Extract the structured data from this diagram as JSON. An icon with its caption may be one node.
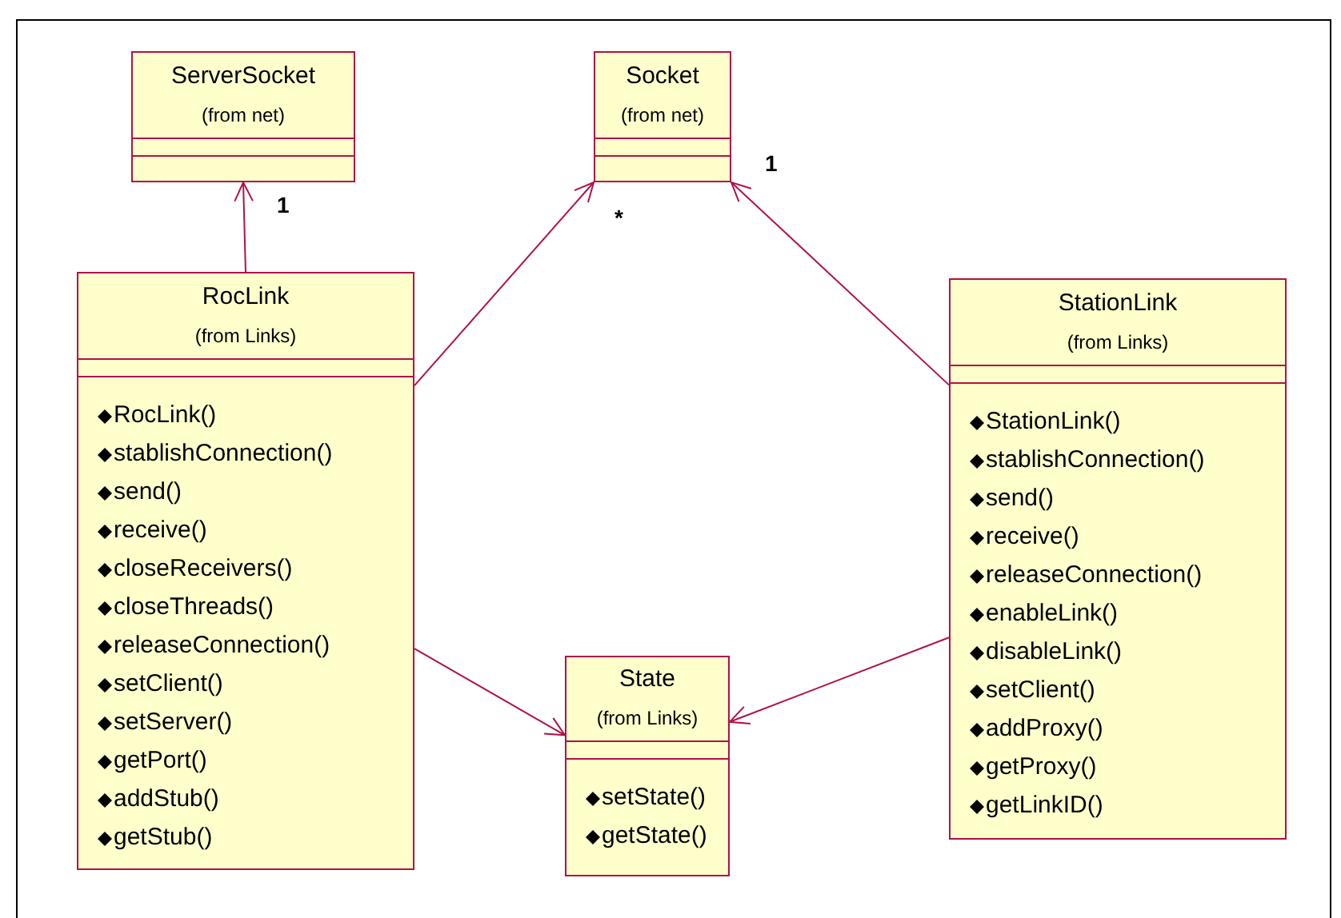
{
  "diagram": {
    "nodes": [
      {
        "text": [
          "ServerSocket",
          "(from net)"
        ]
      },
      {
        "text": [
          "Socket",
          "(from net)"
        ]
      },
      {
        "text": [
          "RocLink",
          "(from Links)",
          "RocLink()",
          "stablishConnection()",
          "send()",
          "receive()",
          "closeReceivers()",
          "closeThreads()",
          "releaseConnection()",
          "setClient()",
          "setServer()",
          "getPort()",
          "addStub()",
          "getStub()"
        ]
      },
      {
        "text": [
          "StationLink",
          "(from Links)",
          "StationLink()",
          "stablishConnection()",
          "send()",
          "receive()",
          "releaseConnection()",
          "enableLink()",
          "disableLink()",
          "setClient()",
          "addProxy()",
          "getProxy()",
          "getLinkID()"
        ]
      },
      {
        "text": [
          "State",
          "(from Links)",
          "setState()",
          "getState()"
        ]
      }
    ],
    "edges": [
      {
        "from": 2,
        "to": 0,
        "arrow": "to"
      },
      {
        "from": 2,
        "to": 1,
        "arrow": "to"
      },
      {
        "from": 3,
        "to": 1,
        "arrow": "to"
      },
      {
        "from": 2,
        "to": 4,
        "arrow": "to"
      },
      {
        "from": 3,
        "to": 4,
        "arrow": "to"
      }
    ],
    "labels": [
      "1",
      "*",
      "1"
    ]
  }
}
